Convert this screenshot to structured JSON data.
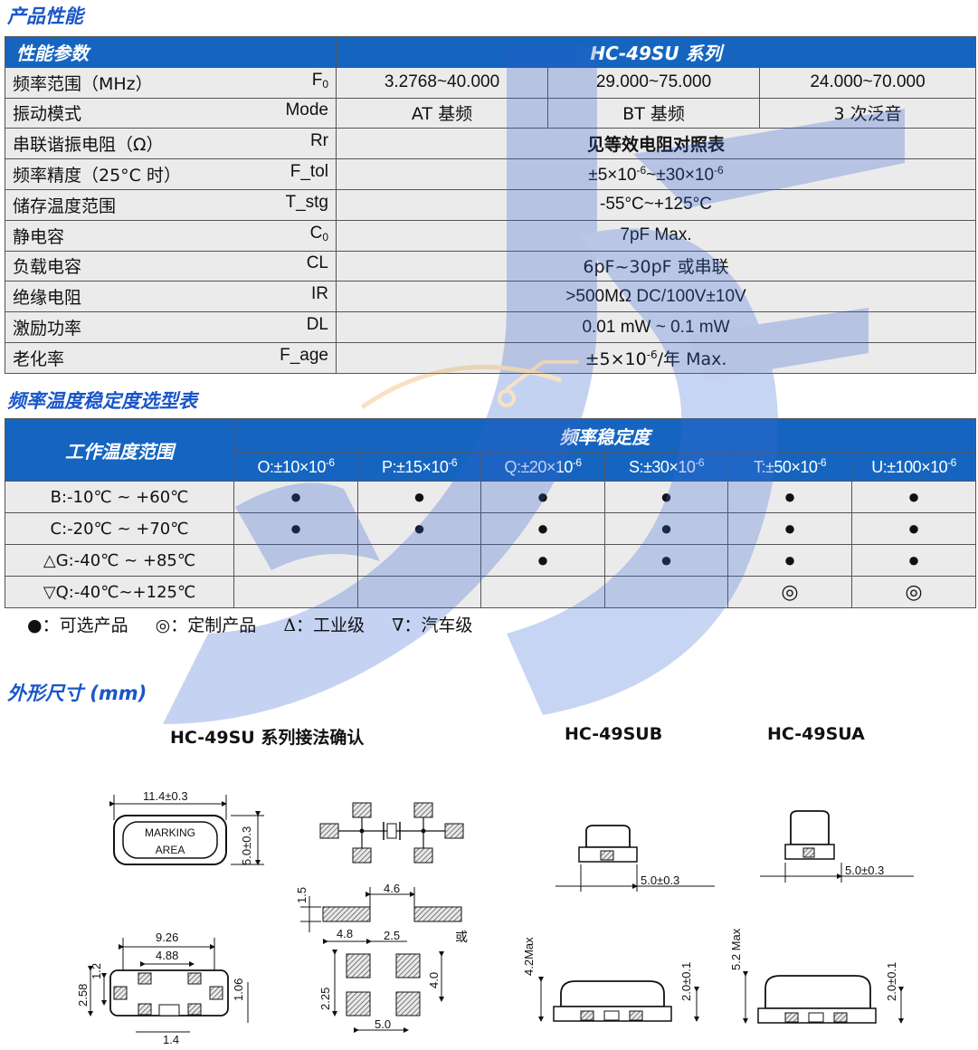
{
  "section_product": "产品性能",
  "perf_table": {
    "header_left": "性能参数",
    "header_right": "HC-49SU 系列",
    "rows": [
      {
        "name": "频率范围（MHz）",
        "symbol": "F",
        "symbol_sub": "0",
        "values": [
          "3.2768~40.000",
          "29.000~75.000",
          "24.000~70.000"
        ]
      },
      {
        "name": "振动模式",
        "symbol": "Mode",
        "values": [
          "AT 基频",
          "BT 基频",
          "3 次泛音"
        ]
      },
      {
        "name": "串联谐振电阻（Ω）",
        "symbol": "Rr",
        "value": "见等效电阻对照表"
      },
      {
        "name": "频率精度（25°C 时）",
        "symbol": "F_tol",
        "value_a": "±5×10",
        "value_a_exp": "-6",
        "value_b": "~±30×10",
        "value_b_exp": "-6"
      },
      {
        "name": "储存温度范围",
        "symbol": "T_stg",
        "value": "-55°C~+125°C"
      },
      {
        "name": "静电容",
        "symbol": "C",
        "symbol_sub": "0",
        "value": "7pF Max."
      },
      {
        "name": "负载电容",
        "symbol": "CL",
        "value": "6pF~30pF 或串联"
      },
      {
        "name": "绝缘电阻",
        "symbol": "IR",
        "value": ">500MΩ DC/100V±10V"
      },
      {
        "name": "激励功率",
        "symbol": "DL",
        "value": "0.01 mW ~ 0.1 mW"
      },
      {
        "name": "老化率",
        "symbol": "F_age",
        "value_a": "±5×10",
        "value_a_exp": "-6",
        "value_b": "/年  Max."
      }
    ]
  },
  "section_stability": "频率温度稳定度选型表",
  "stab_table": {
    "corner": "工作温度范围",
    "group": "频率稳定度",
    "columns": [
      {
        "label": "O:±10×10",
        "exp": "-6"
      },
      {
        "label": "P:±15×10",
        "exp": "-6"
      },
      {
        "label": "Q:±20×10",
        "exp": "-6"
      },
      {
        "label": "S:±30×10",
        "exp": "-6"
      },
      {
        "label": "T:±50×10",
        "exp": "-6"
      },
      {
        "label": "U:±100×10",
        "exp": "-6"
      }
    ],
    "rows": [
      {
        "temp": "B:-10℃ ~ +60℃",
        "marks": [
          "●",
          "●",
          "●",
          "●",
          "●",
          "●"
        ]
      },
      {
        "temp": "C:-20℃ ~ +70℃",
        "marks": [
          "●",
          "●",
          "●",
          "●",
          "●",
          "●"
        ]
      },
      {
        "temp": "△G:-40℃ ~ +85℃",
        "marks": [
          "",
          "",
          "●",
          "●",
          "●",
          "●"
        ]
      },
      {
        "temp": "▽Q:-40℃~+125℃",
        "marks": [
          "",
          "",
          "",
          "",
          "◎",
          "◎"
        ]
      }
    ]
  },
  "legend": [
    {
      "symbol": "●",
      "text": "：可选产品"
    },
    {
      "symbol": "◎",
      "text": "：定制产品"
    },
    {
      "symbol": "Δ",
      "text": "：工业级"
    },
    {
      "symbol": "∇",
      "text": "：汽车级"
    }
  ],
  "section_dimensions": "外形尺寸 (mm)",
  "dimensions": {
    "title_su": "HC-49SU 系列接法确认",
    "title_sub": "HC-49SUB",
    "title_sua": "HC-49SUA",
    "marking_line1": "MARKING",
    "marking_line2": "AREA",
    "dim_length": "11.4±0.3",
    "dim_width": "5.0±0.3",
    "dim_926": "9.26",
    "dim_488": "4.88",
    "dim_12": "1.2",
    "dim_258": "2.58",
    "dim_106": "1.06",
    "dim_14": "1.4",
    "dim_15": "1.5",
    "dim_46": "4.6",
    "dim_48": "4.8",
    "dim_25": "2.5",
    "dim_or": "或",
    "dim_225": "2.25",
    "dim_40": "4.0",
    "dim_50": "5.0",
    "dim_sub_w": "5.0±0.3",
    "dim_sua_w": "5.0±0.3",
    "dim_sub_h": "4.2Max",
    "dim_sub_h2": "2.0±0.1",
    "dim_sua_h": "5.2 Max",
    "dim_sua_h2": "2.0±0.1"
  }
}
